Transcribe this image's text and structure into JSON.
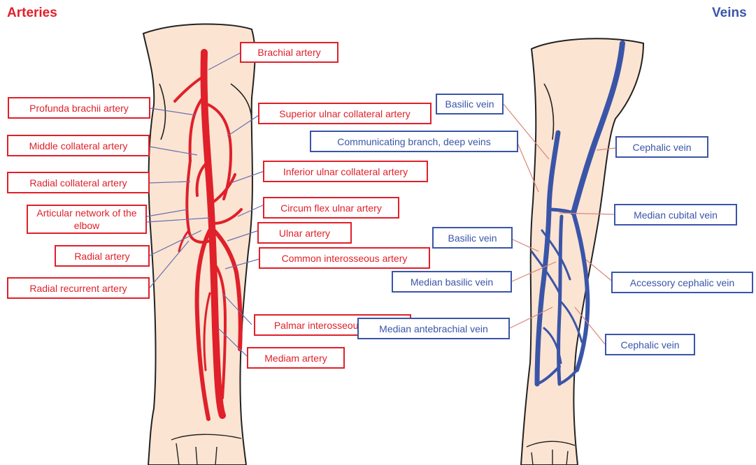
{
  "headings": {
    "arteries": "Arteries",
    "veins": "Veins"
  },
  "colors": {
    "artery": "#e0202a",
    "vein": "#3a55a8",
    "skin": "#fbe4d2",
    "outline": "#222222",
    "artery_leader": "#6a6fb0",
    "vein_leader": "#d9867a"
  },
  "artery_labels": [
    "Brachial artery",
    "Profunda brachii artery",
    "Superior ulnar collateral artery",
    "Middle collateral artery",
    "Radial collateral artery",
    "Inferior ulnar collateral artery",
    "Articular network of the elbow",
    "Circum flex ulnar artery",
    "Ulnar artery",
    "Radial artery",
    "Common interosseous artery",
    "Radial recurrent artery",
    "Palmar interosseous artery",
    "Mediam artery"
  ],
  "vein_labels": [
    "Basilic vein",
    "Communicating branch, deep veins",
    "Cephalic vein",
    "Median cubital vein",
    "Basilic vein",
    "Median basilic vein",
    "Accessory cephalic vein",
    "Median antebrachial vein",
    "Cephalic vein"
  ]
}
